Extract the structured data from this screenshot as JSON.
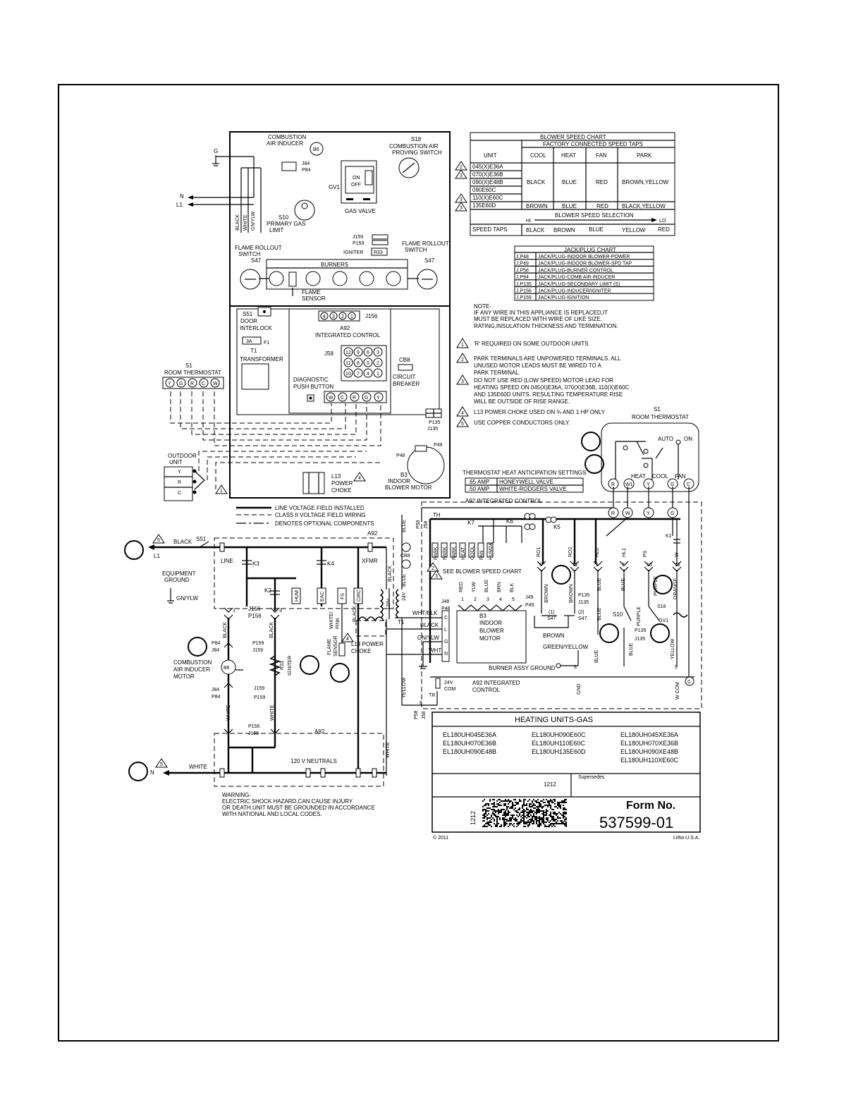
{
  "component_labels": {
    "ground_g": "G",
    "n": "N",
    "l1": "L1",
    "black": "BLACK",
    "white": "WHITE",
    "gnylw": "GN/YLW",
    "combustion_air_inducer": [
      "COMBUSTION",
      "AIR INDUCER"
    ],
    "b6": "B6",
    "j84": "J84",
    "p84": "P84",
    "s18": [
      "S18",
      "COMBUSTION AIR",
      "PROVING SWITCH"
    ],
    "gv1": "GV1",
    "on": "ON",
    "off": "OFF",
    "gas_valve": "GAS VALVE",
    "s10": [
      "S10",
      "PRIMARY GAS",
      "LIMIT"
    ],
    "j159": "J159",
    "p159": "P159",
    "igniter": "IGNITER",
    "r33": "R33",
    "flame_rollout_left": [
      "FLAME ROLLOUT",
      "SWITCH"
    ],
    "flame_rollout_right": [
      "FLAME ROLLOUT",
      "SWITCH"
    ],
    "s47": "S47",
    "burners": "BURNERS",
    "flame_sensor": [
      "FLAME",
      "SENSOR"
    ],
    "s51": [
      "S51",
      "DOOR",
      "INTERLOCK"
    ],
    "j156": "J156",
    "a92": [
      "A92",
      "INTEGRATED CONTROL"
    ],
    "fuse_3a": "3A",
    "f1": "F1",
    "t1": [
      "T1",
      "TRANSFORMER"
    ],
    "j58": "J58",
    "j58_pins": [
      "12",
      "9",
      "6",
      "3",
      "11",
      "8",
      "5",
      "2",
      "10",
      "7",
      "4",
      "1"
    ],
    "j156_pins": [
      "4",
      "3",
      "2",
      "1"
    ],
    "cb8": [
      "CB8",
      "CIRCUIT",
      "BREAKER"
    ],
    "diagnostic": [
      "DIAGNOSTIC",
      "PUSH BUTTON"
    ],
    "tstat_terminals": [
      "W",
      "C",
      "R",
      "G",
      "Y"
    ],
    "s1": [
      "S1",
      "ROOM THERMOSTAT"
    ],
    "s1_terminals": [
      "Y",
      "G",
      "R",
      "C",
      "W"
    ],
    "outdoor_unit": [
      "OUTDOOR",
      "UNIT"
    ],
    "outdoor_terms": [
      "Y",
      "R",
      "C"
    ],
    "p135": [
      "P135",
      "J135"
    ],
    "p48": "P48",
    "p49": "P49",
    "b3": [
      "B3",
      "INDOOR",
      "BLOWER MOTOR"
    ],
    "l13": [
      "L13",
      "POWER",
      "CHOKE"
    ],
    "legend_line": "LINE VOLTAGE FIELD INSTALLED",
    "legend_class2": "CLASS II VOLTAGE FIELD WIRING",
    "legend_optional": "DENOTES OPTIONAL COMPONENTS"
  },
  "blower_chart": {
    "title": "BLOWER SPEED CHART",
    "subtitle": "FACTORY CONNECTED SPEED TAPS",
    "headers": [
      "UNIT",
      "COOL",
      "HEAT",
      "FAN",
      "PARK"
    ],
    "units": [
      "045(X)E36A",
      "070(X)E36B",
      "090(X)E48B",
      "090E60C",
      "110(X)E60C",
      "135E60D"
    ],
    "row_a": [
      "BLACK",
      "BLUE",
      "RED",
      "BROWN,YELLOW"
    ],
    "row_b": [
      "BROWN",
      "BLUE",
      "RED",
      "BLACK,YELLOW"
    ],
    "selection_title": "BLOWER SPEED SELECTION",
    "hi": "HI",
    "lo": "LO",
    "speed_taps_label": "SPEED TAPS",
    "speed_taps": [
      "BLACK",
      "BROWN",
      "BLUE",
      "YELLOW",
      "RED"
    ]
  },
  "jack_chart": {
    "title": "JACK/PLUG CHART",
    "rows": [
      [
        "J,P48",
        "JACK/PLUG-INDOOR BLOWER-POWER"
      ],
      [
        "J,P49",
        "JACK/PLUG-INDOOR BLOWER-SPD TAP"
      ],
      [
        "J,P56",
        "JACK/PLUG-BURNER CONTROL"
      ],
      [
        "J,P84",
        "JACK/PLUG-COMB AIR INDUCER"
      ],
      [
        "J,P135",
        "JACK/PLUG-SECONDARY LIMIT (S)"
      ],
      [
        "J,P156",
        "JACK/PLUG-INDUCER/IGNITER"
      ],
      [
        "J,P159",
        "JACK/PLUG-IGNITION"
      ]
    ]
  },
  "note": [
    "NOTE-",
    "IF ANY WIRE IN THIS APPLIANCE IS REPLACED,IT",
    "MUST BE REPLACED WITH WIRE OF LIKE SIZE,",
    "RATING,INSULATION THICKNESS AND TERMINATION."
  ],
  "footnotes": [
    {
      "num": "1",
      "lines": [
        "'R' REQUIRED ON SOME OUTDOOR UNITS"
      ]
    },
    {
      "num": "2",
      "lines": [
        "PARK TERMINALS ARE UNPOWERED TERMINALS. ALL",
        "UNUSED MOTOR LEADS MUST BE WIRED TO A",
        "PARK TERMINAL."
      ]
    },
    {
      "num": "3",
      "lines": [
        "DO NOT USE RED (LOW SPEED) MOTOR LEAD FOR",
        "HEATING SPEED ON 045(X)E36A, 070(X)E36B, 110(X)E60C",
        "AND 135E60D UNITS. RESULTING TEMPERATURE RISE",
        "WILL BE OUTSIDE OF RISE RANGE."
      ]
    },
    {
      "num": "4",
      "lines": [
        "L13 POWER CHOKE USED ON ¾ AND 1 HP ONLY"
      ]
    },
    {
      "num": "5",
      "lines": [
        "USE COPPER CONDUCTORS ONLY."
      ]
    }
  ],
  "thermostat_right": {
    "label": [
      "S1",
      "ROOM THERMOSTAT"
    ],
    "auto": "AUTO",
    "on": "ON",
    "heat": "HEAT",
    "cool": "COOL",
    "fan": "FAN",
    "terminals": [
      "R",
      "W1",
      "Y",
      "G",
      "C"
    ]
  },
  "anticipation": {
    "title": "THERMOSTAT HEAT ANTICIPATION SETTINGS",
    "rows": [
      [
        ".65 AMP",
        "HONEYWELL VALVE"
      ],
      [
        ".50 AMP",
        "WHITE-RODGERS VALVE"
      ]
    ]
  },
  "ladder": {
    "black": "BLACK",
    "l1": "L1",
    "s51": "S51",
    "line": "LINE",
    "a92": "A92",
    "k3": "K3",
    "k4": "K4",
    "xfmr": "XFMR",
    "k2": "K2",
    "hum": "HUM",
    "eac": "EAC",
    "fs": "FS",
    "circ": "CIRC",
    "equipment_ground": [
      "EQUIPMENT",
      "GROUND"
    ],
    "gnylw": "GN/YLW",
    "j156_p156": [
      "J156",
      "P156"
    ],
    "black_w": "BLACK",
    "flame_sensor": [
      "FLAME",
      "SENSOR"
    ],
    "white_pink": [
      "WHITE/",
      "PINK"
    ],
    "l13_choke": [
      "L13 POWER",
      "CHOKE"
    ],
    "p84_j84": [
      "P84",
      "J84"
    ],
    "combustion_motor": [
      "COMBUSTION",
      "AIR INDUCER",
      "MOTOR"
    ],
    "b6": "B6",
    "p159_j159": [
      "P159",
      "J159"
    ],
    "r33": "R33",
    "igniter": "IGNITER",
    "j84_p84": [
      "J84",
      "P84"
    ],
    "j159_p159": [
      "J159",
      "P159"
    ],
    "white": "WHITE",
    "p156_j156": [
      "P156",
      "J156"
    ],
    "a92_bottom": "A92",
    "neutrals": "120 V NEUTRALS",
    "n": "N",
    "white_n": "WHITE",
    "v120": "120V",
    "v24": "24V",
    "t1": "T1",
    "blue": "BLUE",
    "cb8": "CB8",
    "yellow": "YELLOW",
    "white_r": "WHITE"
  },
  "control": {
    "title": "A92  INTEGRATED CONTROL",
    "th": "TH",
    "p58": "P58",
    "j58": "J58",
    "k7": "K7",
    "k6": "K6",
    "k5": "K5",
    "k1": "K1",
    "terms": [
      "PARK",
      "PARK",
      "PARK",
      "HEAT",
      "COOL",
      "FAN",
      "HUM24"
    ],
    "see_chart": "SEE BLOWER SPEED CHART",
    "ro1": "RO1",
    "ro2": "RO2",
    "hlo": "HL0",
    "hl1": "HL1",
    "ps": "PS",
    "w": "W",
    "pins": [
      "5",
      "11",
      "1",
      "7",
      "10",
      "12"
    ],
    "motor_leads": [
      "RED",
      "YLW",
      "BLUE",
      "BRN",
      "BLK"
    ],
    "motor_pins": [
      "1",
      "2",
      "3",
      "4",
      "5"
    ],
    "j48_p48": [
      "J48",
      "P48"
    ],
    "j49_p49": [
      "J49",
      "P49"
    ],
    "b3": [
      "B3",
      "INDOOR",
      "BLOWER",
      "MOTOR"
    ],
    "wht_blk": "WHT/BLK",
    "black": "BLACK",
    "gn_ylw": "GN/YLW",
    "wht": "WHT",
    "clgn": [
      "C",
      "L",
      "G",
      "N"
    ],
    "brown": "BROWN",
    "p135_j135": [
      "P135",
      "J135"
    ],
    "s47_1": [
      "(1)",
      "S47"
    ],
    "s47_2": [
      "(2)",
      "S47"
    ],
    "blue": "BLUE",
    "purple": "PURPLE",
    "orange": "ORANGE",
    "s10": "S10",
    "s18": "S18",
    "gv1": "GV1",
    "yellow": "YELLOW",
    "green_yellow": "GREEN/YELLOW",
    "burner_ground": "BURNER ASSY GROUND",
    "gnd": "GND",
    "wcom": "W COM",
    "c": "C",
    "v24_com": [
      "24V",
      "COM"
    ],
    "a92_label": [
      "A92 INTEGRATED",
      "CONTROL"
    ],
    "tr": "TR",
    "p58_j58": [
      "P58",
      "J58"
    ],
    "pin6": "6",
    "pin8": "8",
    "pin9": "9",
    "pin2": "2",
    "pin4": "4",
    "pin3": "3",
    "tstat_terms": [
      "R",
      "W",
      "Y",
      "G"
    ]
  },
  "title_block": {
    "heading": "HEATING UNITS-GAS",
    "col1": [
      "EL180UH045E36A",
      "EL180UH070E36B",
      "EL180UH090E48B"
    ],
    "col2": [
      "EL180UH090E60C",
      "EL180UH110E60C",
      "EL180UH135E60D"
    ],
    "col3": [
      "EL180UH045XE36A",
      "EL180UH070XE36B",
      "EL180UH090XE48B",
      "EL180UH110XE60C"
    ],
    "revision": "1212",
    "supersedes": "Supersedes",
    "form_label": "Form No.",
    "form_number": "537599-01",
    "side_code": "1212",
    "copyright": "© 2011",
    "litho": "Litho U.S.A."
  },
  "warning": [
    "WARNING-",
    "ELECTRIC SHOCK HAZARD,CAN CAUSE INJURY",
    "OR DEATH.UNIT MUST BE GROUNDED IN ACCORDANCE",
    "WITH NATIONAL AND LOCAL CODES."
  ]
}
